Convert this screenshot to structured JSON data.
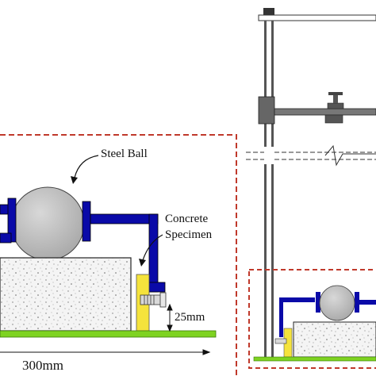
{
  "labels": {
    "steel_ball": "Steel Ball",
    "specimen_line1": "Concrete",
    "specimen_line2": "Specimen",
    "height_dim": "25mm",
    "width_dim": "300mm"
  },
  "colors": {
    "detail_box": "#c0392b",
    "frame": "#0a0aa8",
    "base": "#7ed321",
    "clamp": "#f5e33c",
    "ball": "#b8b8b8",
    "concrete": "#f2f2f2",
    "rod": "#555555",
    "crossbar": "#777777"
  }
}
